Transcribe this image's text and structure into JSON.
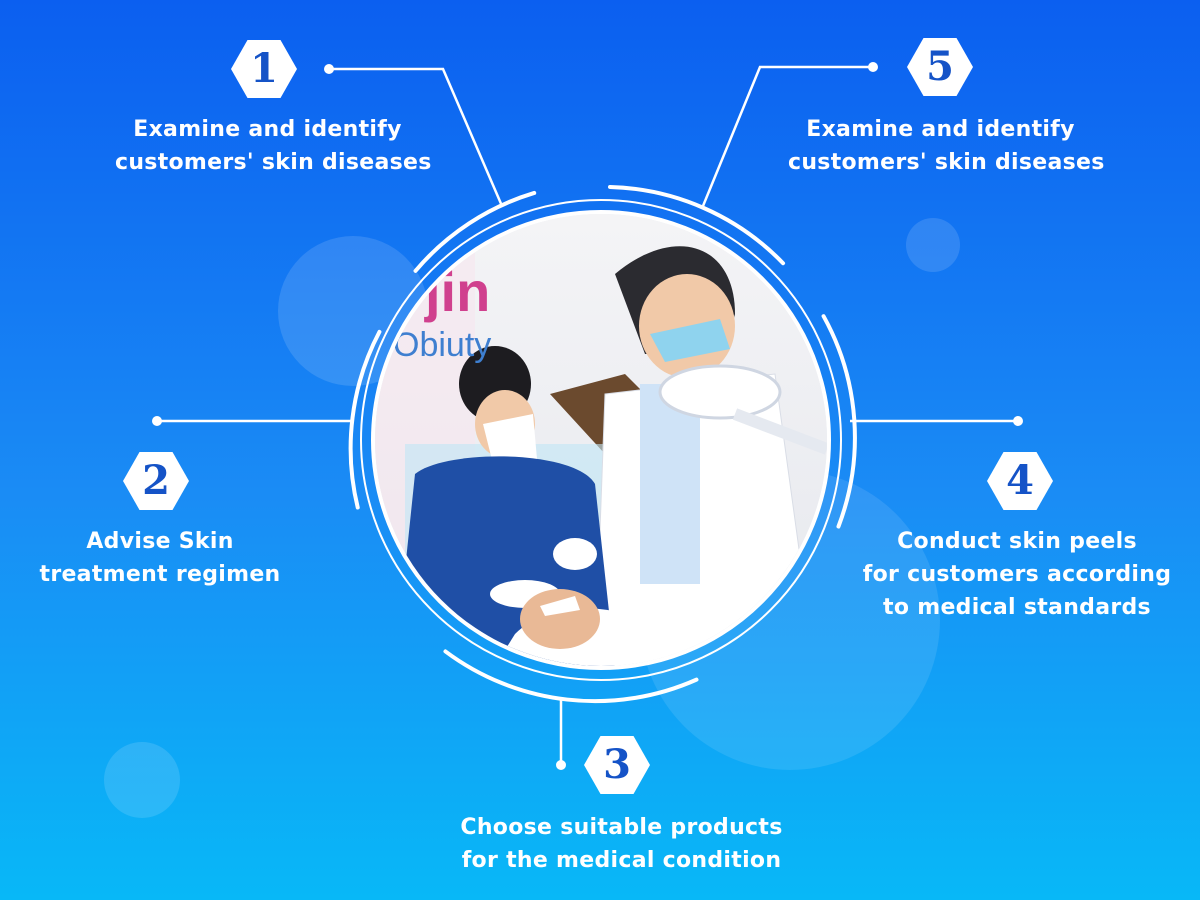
{
  "steps": [
    {
      "number": "1",
      "line1": "Examine and identify",
      "line2": "customers' skin diseases"
    },
    {
      "number": "2",
      "line1": "Advise Skin",
      "line2": "treatment regimen"
    },
    {
      "number": "3",
      "line1": "Choose suitable products",
      "line2": "for the medical condition"
    },
    {
      "number": "4",
      "line1": "Conduct skin peels",
      "line2": "for customers according",
      "line3": "to medical standards"
    },
    {
      "number": "5",
      "line1": "Examine and identify",
      "line2": "customers' skin diseases"
    }
  ],
  "photo": {
    "brand_line1": "jin",
    "brand_line2": "Obiuty"
  },
  "colors": {
    "background_top": "#0b5ff0",
    "background_bottom": "#08b8f7",
    "number_color": "#1553c7",
    "line_color": "#ffffff"
  }
}
